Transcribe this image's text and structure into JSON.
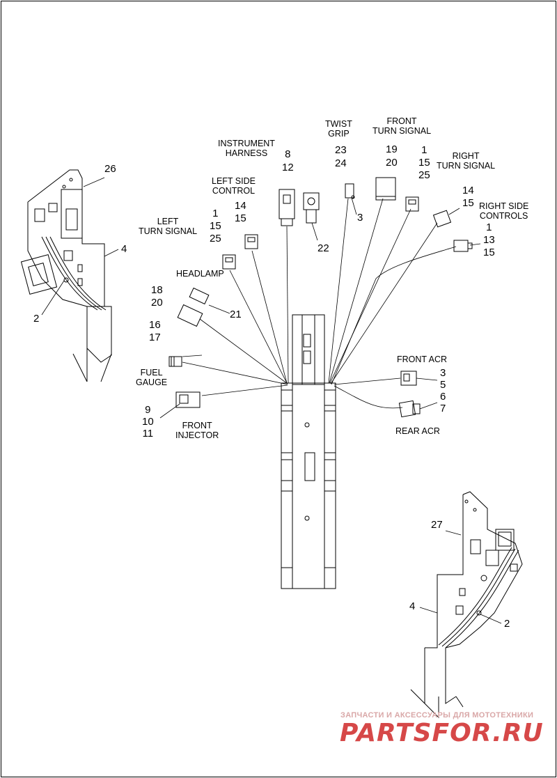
{
  "callouts": {
    "c26": "26",
    "c4_left": "4",
    "c2_left": "2",
    "instrument_harness": "INSTRUMENT\nHARNESS",
    "instrument_harness_nums": "8\n12",
    "c22": "22",
    "twist_grip": "TWIST\nGRIP",
    "twist_grip_nums": "23\n24",
    "c3": "3",
    "front_turn_signal": "FRONT\nTURN SIGNAL",
    "front_turn_signal_nums": "19\n20",
    "right_turn_signal_nums": "1\n15\n25",
    "right_turn_signal": "RIGHT\nTURN SIGNAL",
    "right_side_upper_nums": "14\n15",
    "right_side_controls": "RIGHT SIDE\nCONTROLS",
    "right_side_controls_nums": "1\n13\n15",
    "left_side_control": "LEFT SIDE\nCONTROL",
    "left_side_control_nums": "14\n15",
    "left_turn_signal": "LEFT\nTURN SIGNAL",
    "left_turn_signal_nums": "1\n15\n25",
    "headlamp": "HEADLAMP",
    "headlamp_nums": "18\n20",
    "c21": "21",
    "fuel_gauge_nums": "16\n17",
    "fuel_gauge": "FUEL\nGAUGE",
    "front_injector_nums": "9\n10\n11",
    "front_injector": "FRONT\nINJECTOR",
    "front_acr": "FRONT ACR",
    "acr_nums": "3\n5\n6\n7",
    "rear_acr": "REAR ACR",
    "c27": "27",
    "c4_right": "4",
    "c2_right": "2"
  },
  "watermark": {
    "tagline": "ЗАПЧАСТИ И АКСЕССУАРЫ ДЛЯ МОТОТЕХНИКИ",
    "brand": "PARTSFOR.RU"
  },
  "colors": {
    "line": "#000000",
    "watermark": "#d64848"
  }
}
